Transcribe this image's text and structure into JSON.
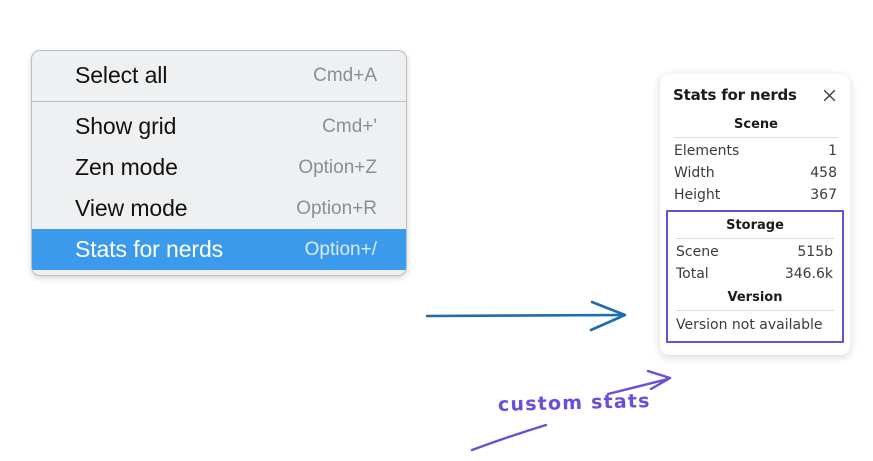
{
  "context_menu": {
    "groups": [
      {
        "items": [
          {
            "label": "Select all",
            "shortcut": "Cmd+A",
            "selected": false
          }
        ]
      },
      {
        "items": [
          {
            "label": "Show grid",
            "shortcut": "Cmd+'",
            "selected": false
          },
          {
            "label": "Zen mode",
            "shortcut": "Option+Z",
            "selected": false
          },
          {
            "label": "View mode",
            "shortcut": "Option+R",
            "selected": false
          },
          {
            "label": "Stats for nerds",
            "shortcut": "Option+/",
            "selected": true
          }
        ]
      }
    ],
    "highlight_color": "#3b9aec",
    "background_color": "#eff0f2"
  },
  "stats_panel": {
    "title": "Stats for nerds",
    "close_icon": "close-icon",
    "scene": {
      "heading": "Scene",
      "rows": [
        {
          "key": "Elements",
          "value": "1"
        },
        {
          "key": "Width",
          "value": "458"
        },
        {
          "key": "Height",
          "value": "367"
        }
      ]
    },
    "storage": {
      "heading": "Storage",
      "rows": [
        {
          "key": "Scene",
          "value": "515b"
        },
        {
          "key": "Total",
          "value": "346.6k"
        }
      ]
    },
    "version": {
      "heading": "Version",
      "value": "Version not available"
    }
  },
  "annotations": {
    "custom_stats_label": "custom stats",
    "arrow_color_blue": "#1f6bb0",
    "arrow_color_purple": "#6b4dd8",
    "box_color": "#6b4dd8"
  }
}
